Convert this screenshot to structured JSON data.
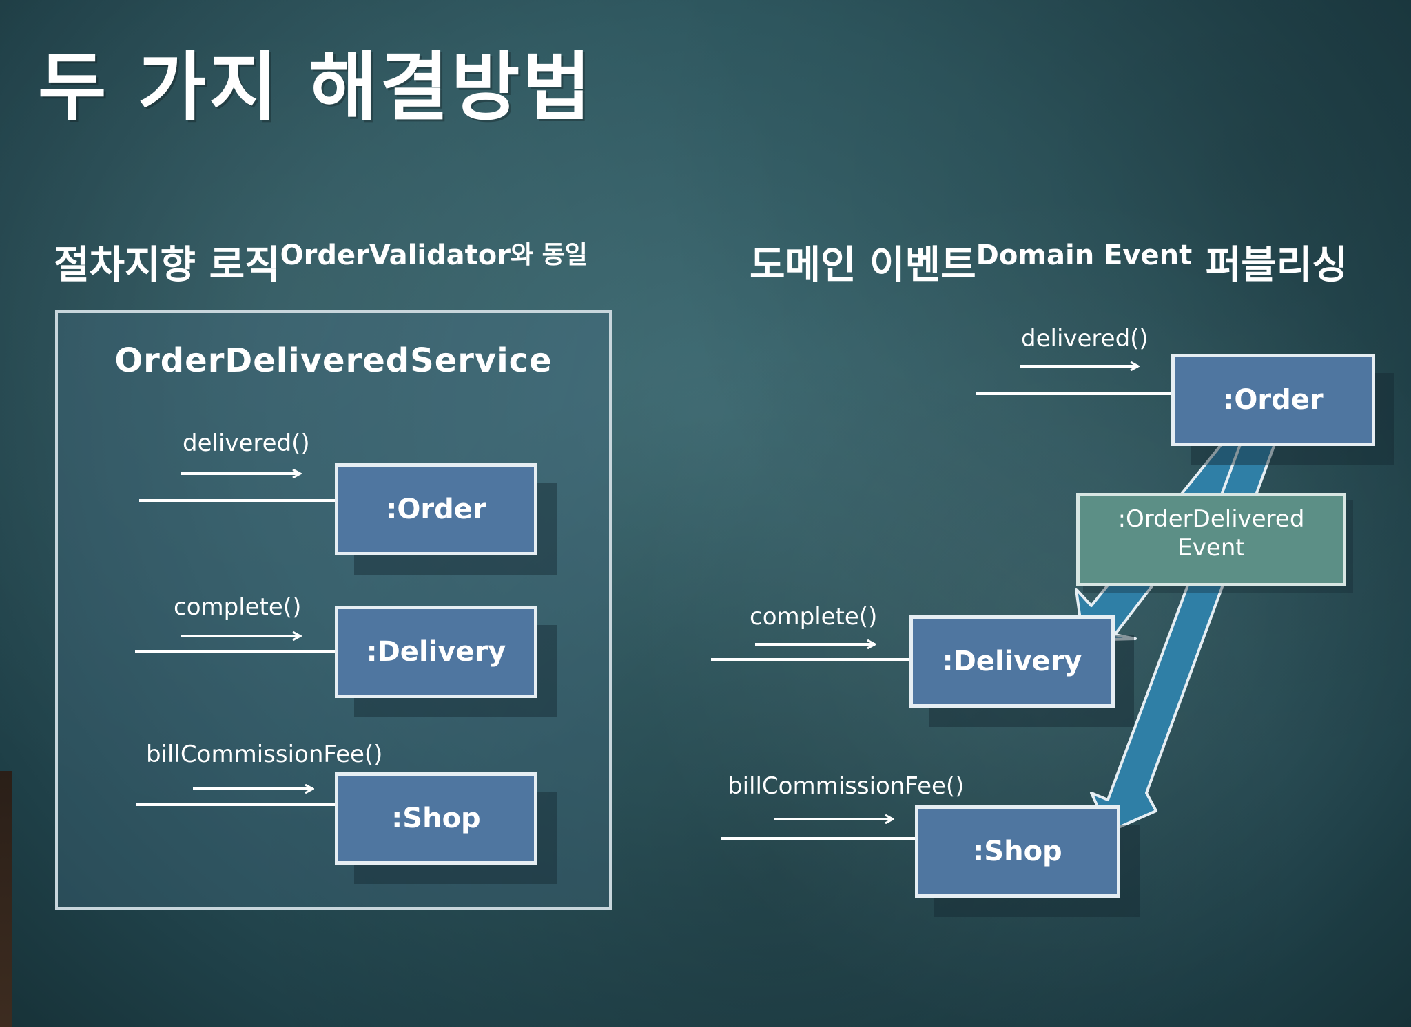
{
  "title": "두 가지 해결방법",
  "left": {
    "heading_main": "절차지향 로직",
    "heading_sup": "OrderValidator",
    "heading_post": "와 동일",
    "service_name": "OrderDeliveredService",
    "calls": [
      {
        "message": "delivered()",
        "object": ":Order"
      },
      {
        "message": "complete()",
        "object": ":Delivery"
      },
      {
        "message": "billCommissionFee()",
        "object": ":Shop"
      }
    ]
  },
  "right": {
    "heading_main": "도메인 이벤트",
    "heading_sup": "Domain Event",
    "heading_post": " 퍼블리싱",
    "calls": [
      {
        "message": "delivered()",
        "object": ":Order"
      },
      {
        "message": "complete()",
        "object": ":Delivery"
      },
      {
        "message": "billCommissionFee()",
        "object": ":Shop"
      }
    ],
    "event": {
      "line1": ":OrderDelivered",
      "line2": "Event"
    }
  },
  "colors": {
    "object_fill": "#4f76a0",
    "event_fill": "#5c8f86",
    "arrow_fill": "#2f7fa6",
    "background": "#2f5860"
  }
}
